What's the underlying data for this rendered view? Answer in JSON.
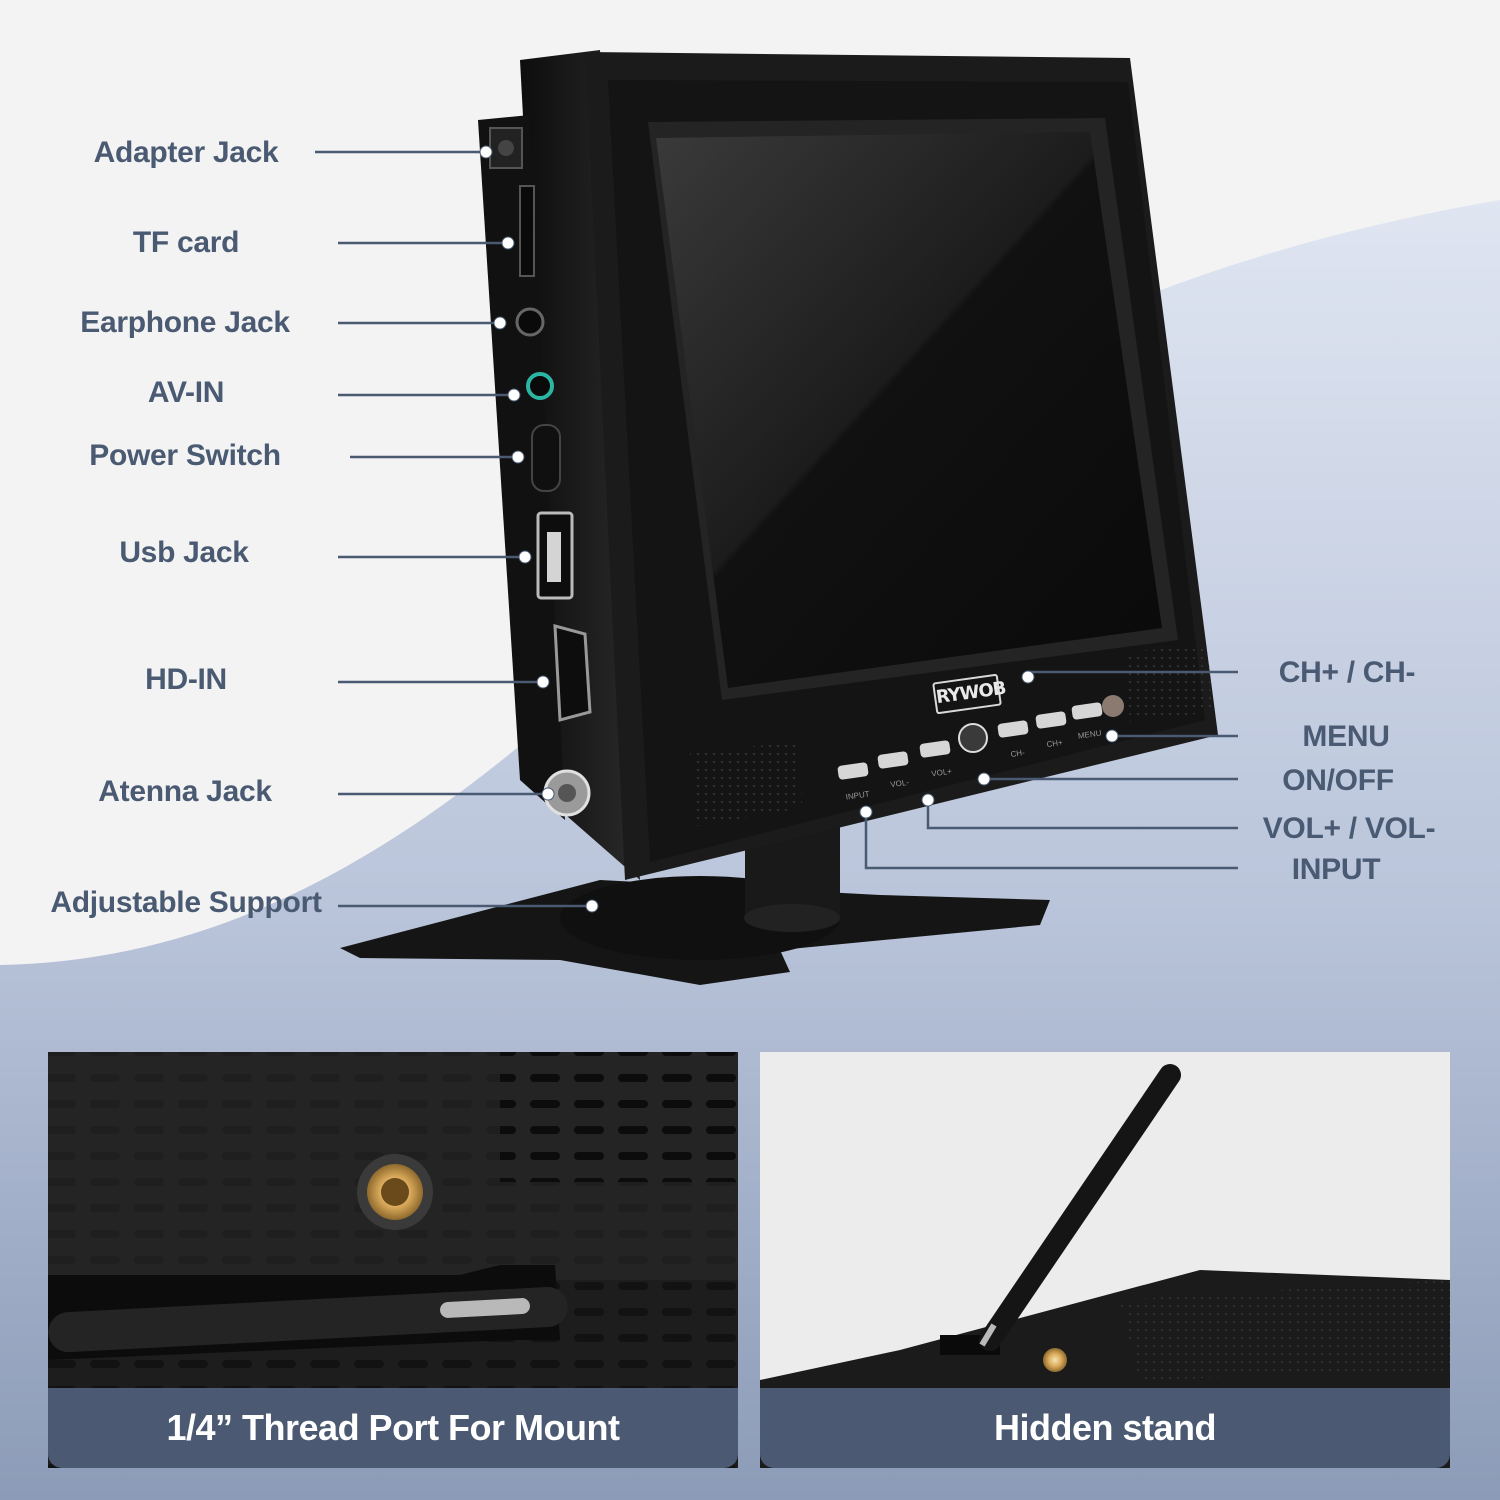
{
  "brand": {
    "logo_text": "RYWOB"
  },
  "left_callouts": [
    {
      "label": "Adapter Jack"
    },
    {
      "label": "TF card"
    },
    {
      "label": "Earphone Jack"
    },
    {
      "label": "AV-IN"
    },
    {
      "label": "Power Switch"
    },
    {
      "label": "Usb Jack"
    },
    {
      "label": "HD-IN"
    },
    {
      "label": "Atenna Jack"
    },
    {
      "label": "Adjustable Support"
    }
  ],
  "right_callouts": [
    {
      "label": "CH+ / CH-"
    },
    {
      "label": "MENU"
    },
    {
      "label": "ON/OFF"
    },
    {
      "label": "VOL+ / VOL-"
    },
    {
      "label": "INPUT"
    }
  ],
  "button_labels": [
    "INPUT",
    "VOL-",
    "VOL+",
    "CH-",
    "CH+",
    "MENU"
  ],
  "panels": {
    "thread_port_caption": "1/4” Thread Port For Mount",
    "hidden_stand_caption": "Hidden stand"
  },
  "colors": {
    "label_text": "#4a5a72",
    "caption_bar": "#4b5a72",
    "device_body": "#1b1b1b",
    "screen": "#0e0e0e",
    "background_light": "#f3f3f3",
    "background_blue": "#c9d3e6"
  }
}
